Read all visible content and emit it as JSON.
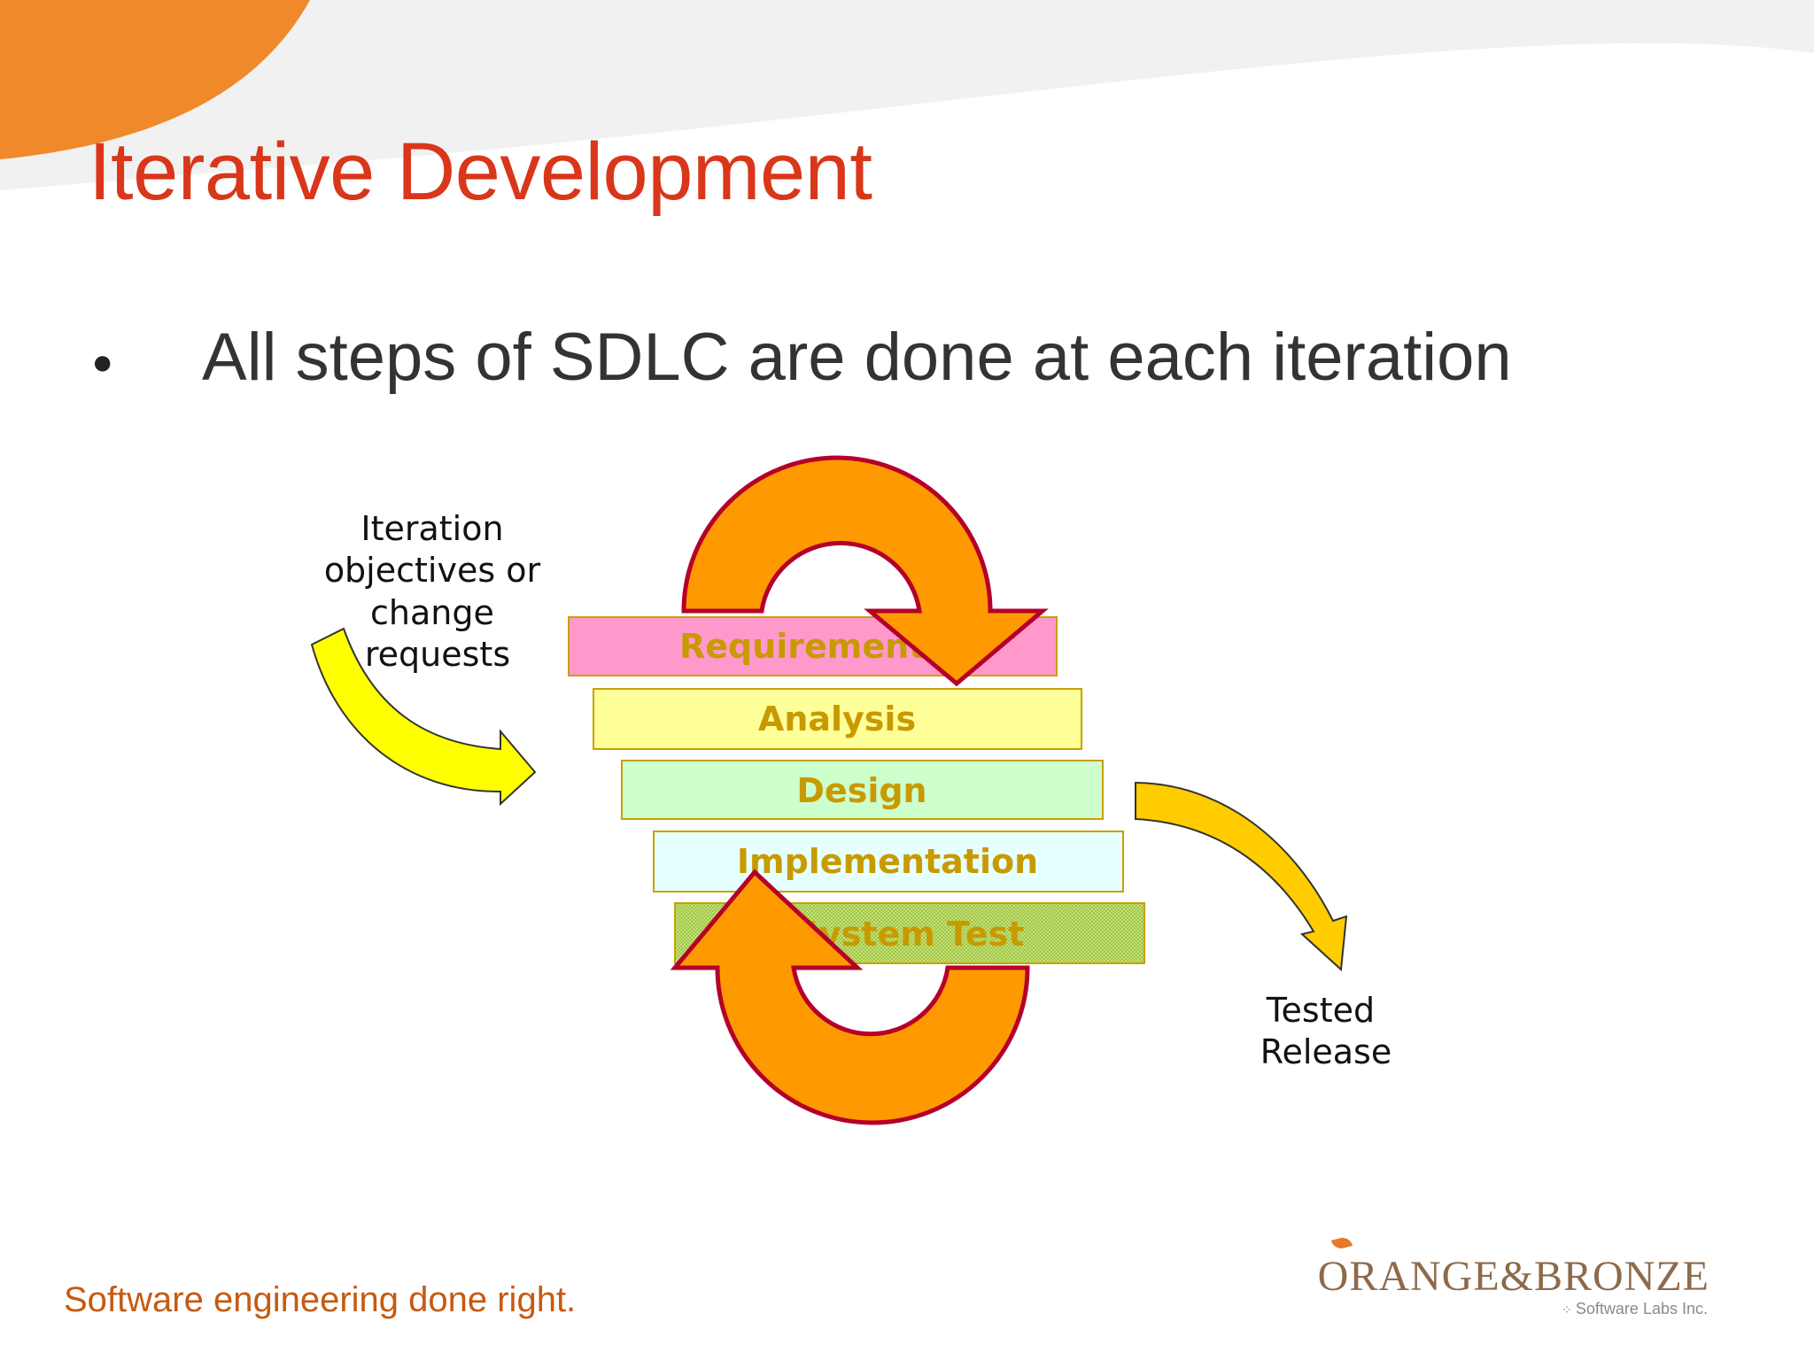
{
  "slide": {
    "title": "Iterative Development",
    "bullets": [
      {
        "marker": "•",
        "text": "All steps of SDLC are done at each iteration"
      }
    ]
  },
  "diagram": {
    "input_label": [
      "Iteration",
      "objectives or",
      "change",
      "requests"
    ],
    "stages": [
      {
        "label": "Requirements",
        "fill": "#ff99cc"
      },
      {
        "label": "Analysis",
        "fill": "#ffff99"
      },
      {
        "label": "Design",
        "fill": "#ccffcc"
      },
      {
        "label": "Implementation",
        "fill": "#e6ffff"
      },
      {
        "label": "System Test",
        "fill": "#b5d95a"
      }
    ],
    "output_label": [
      "Tested",
      "Release"
    ],
    "colors": {
      "cycle_arrow": "#ff9900",
      "cycle_arrow_outline": "#b5002a",
      "input_arrow": "#ffff00",
      "output_arrow": "#ffcc00",
      "stage_text": "#c89a00",
      "stage_border": "#c8a000"
    }
  },
  "footer": {
    "tagline": "Software engineering done right.",
    "logo_name": "ORANGE&BRONZE",
    "logo_sub": "Software Labs Inc."
  },
  "theme": {
    "title_color": "#d9361a",
    "accent_swoosh": "#f0892a"
  }
}
